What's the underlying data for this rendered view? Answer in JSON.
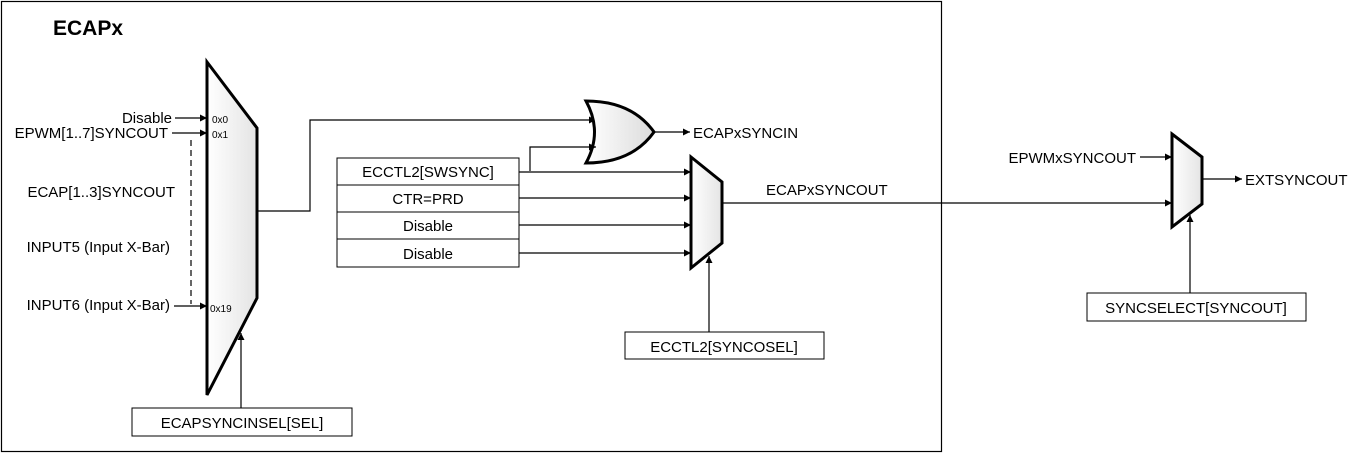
{
  "title": "ECAPx",
  "input_mux": {
    "inputs": [
      "Disable",
      "EPWM[1..7]SYNCOUT",
      "ECAP[1..3]SYNCOUT",
      "INPUT5 (Input X-Bar)",
      "INPUT6 (Input X-Bar)"
    ],
    "codes": [
      "0x0",
      "0x1",
      "0x19"
    ],
    "select": "ECAPSYNCINSEL[SEL]"
  },
  "syncin_output": "ECAPxSYNCIN",
  "syncout_mux": {
    "sources": [
      "ECCTL2[SWSYNC]",
      "CTR=PRD",
      "Disable",
      "Disable"
    ],
    "select": "ECCTL2[SYNCOSEL]",
    "output": "ECAPxSYNCOUT"
  },
  "ext_mux": {
    "input": "EPWMxSYNCOUT",
    "output": "EXTSYNCOUT",
    "select": "SYNCSELECT[SYNCOUT]"
  }
}
